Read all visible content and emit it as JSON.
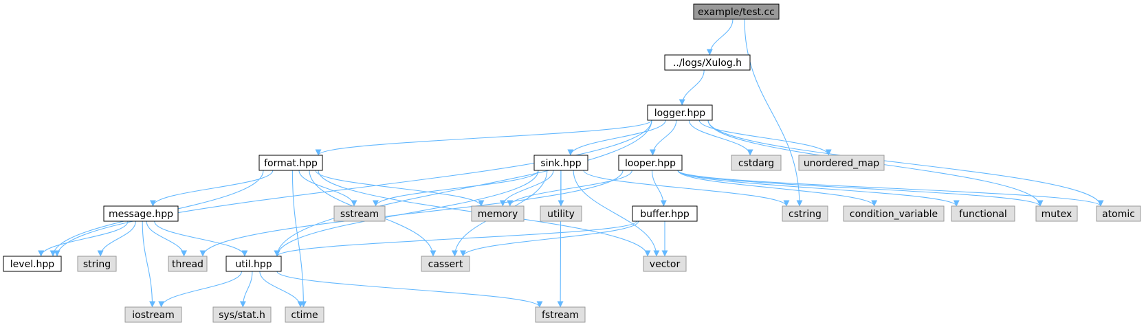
{
  "colors": {
    "root_fill": "#999999",
    "project_fill": "#ffffff",
    "system_fill": "#e0e0e0",
    "border_dark": "#000000",
    "border_system": "#999999",
    "edge": "#63b8ff"
  },
  "nodes": {
    "test_cc": {
      "label": "example/test.cc",
      "kind": "root"
    },
    "xulog_h": {
      "label": "../logs/Xulog.h",
      "kind": "project"
    },
    "logger_hpp": {
      "label": "logger.hpp",
      "kind": "project"
    },
    "format_hpp": {
      "label": "format.hpp",
      "kind": "project"
    },
    "sink_hpp": {
      "label": "sink.hpp",
      "kind": "project"
    },
    "looper_hpp": {
      "label": "looper.hpp",
      "kind": "project"
    },
    "cstdarg": {
      "label": "cstdarg",
      "kind": "system"
    },
    "unordered_map": {
      "label": "unordered_map",
      "kind": "system"
    },
    "message_hpp": {
      "label": "message.hpp",
      "kind": "project"
    },
    "sstream": {
      "label": "sstream",
      "kind": "system"
    },
    "memory": {
      "label": "memory",
      "kind": "system"
    },
    "utility": {
      "label": "utility",
      "kind": "system"
    },
    "buffer_hpp": {
      "label": "buffer.hpp",
      "kind": "project"
    },
    "cstring": {
      "label": "cstring",
      "kind": "system"
    },
    "condition_variable": {
      "label": "condition_variable",
      "kind": "system"
    },
    "functional": {
      "label": "functional",
      "kind": "system"
    },
    "mutex": {
      "label": "mutex",
      "kind": "system"
    },
    "atomic": {
      "label": "atomic",
      "kind": "system"
    },
    "level_hpp": {
      "label": "level.hpp",
      "kind": "project"
    },
    "string": {
      "label": "string",
      "kind": "system"
    },
    "thread": {
      "label": "thread",
      "kind": "system"
    },
    "util_hpp": {
      "label": "util.hpp",
      "kind": "project"
    },
    "cassert": {
      "label": "cassert",
      "kind": "system"
    },
    "vector": {
      "label": "vector",
      "kind": "system"
    },
    "iostream": {
      "label": "iostream",
      "kind": "system"
    },
    "sys_stat_h": {
      "label": "sys/stat.h",
      "kind": "system"
    },
    "ctime": {
      "label": "ctime",
      "kind": "system"
    },
    "fstream": {
      "label": "fstream",
      "kind": "system"
    }
  },
  "edges": [
    [
      "test_cc",
      "xulog_h"
    ],
    [
      "test_cc",
      "cstring"
    ],
    [
      "xulog_h",
      "logger_hpp"
    ],
    [
      "logger_hpp",
      "format_hpp"
    ],
    [
      "logger_hpp",
      "sink_hpp"
    ],
    [
      "logger_hpp",
      "looper_hpp"
    ],
    [
      "logger_hpp",
      "cstdarg"
    ],
    [
      "logger_hpp",
      "unordered_map"
    ],
    [
      "logger_hpp",
      "atomic"
    ],
    [
      "logger_hpp",
      "level_hpp"
    ],
    [
      "logger_hpp",
      "util_hpp"
    ],
    [
      "logger_hpp",
      "mutex"
    ],
    [
      "format_hpp",
      "message_hpp"
    ],
    [
      "format_hpp",
      "level_hpp"
    ],
    [
      "format_hpp",
      "sstream"
    ],
    [
      "format_hpp",
      "memory"
    ],
    [
      "format_hpp",
      "cassert"
    ],
    [
      "format_hpp",
      "vector"
    ],
    [
      "format_hpp",
      "ctime"
    ],
    [
      "sink_hpp",
      "sstream"
    ],
    [
      "sink_hpp",
      "memory"
    ],
    [
      "sink_hpp",
      "utility"
    ],
    [
      "sink_hpp",
      "cstring"
    ],
    [
      "sink_hpp",
      "cassert"
    ],
    [
      "sink_hpp",
      "util_hpp"
    ],
    [
      "sink_hpp",
      "vector"
    ],
    [
      "sink_hpp",
      "fstream"
    ],
    [
      "looper_hpp",
      "memory"
    ],
    [
      "looper_hpp",
      "buffer_hpp"
    ],
    [
      "looper_hpp",
      "condition_variable"
    ],
    [
      "looper_hpp",
      "functional"
    ],
    [
      "looper_hpp",
      "mutex"
    ],
    [
      "looper_hpp",
      "atomic"
    ],
    [
      "looper_hpp",
      "thread"
    ],
    [
      "message_hpp",
      "level_hpp"
    ],
    [
      "message_hpp",
      "string"
    ],
    [
      "message_hpp",
      "thread"
    ],
    [
      "message_hpp",
      "util_hpp"
    ],
    [
      "message_hpp",
      "iostream"
    ],
    [
      "buffer_hpp",
      "vector"
    ],
    [
      "buffer_hpp",
      "cassert"
    ],
    [
      "buffer_hpp",
      "util_hpp"
    ],
    [
      "util_hpp",
      "iostream"
    ],
    [
      "util_hpp",
      "sys_stat_h"
    ],
    [
      "util_hpp",
      "ctime"
    ],
    [
      "util_hpp",
      "fstream"
    ]
  ]
}
